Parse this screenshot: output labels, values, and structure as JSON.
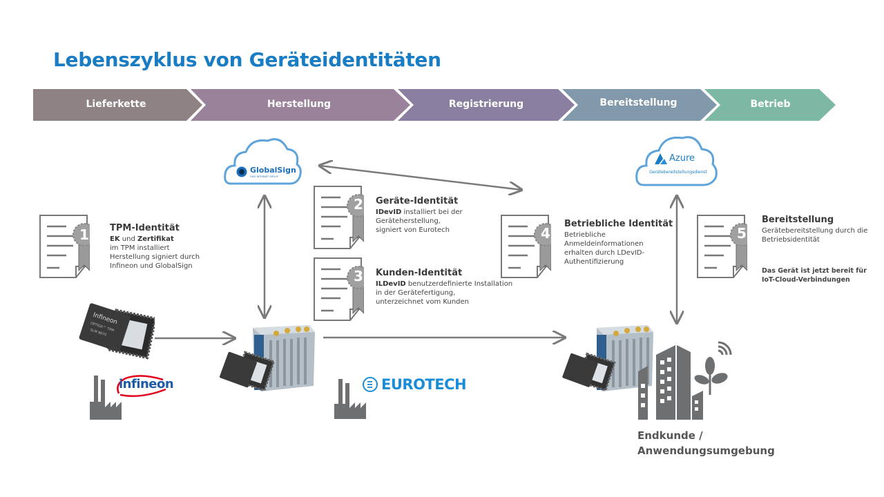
{
  "title": "Lebenszyklus von Geräteidentitäten",
  "phases": [
    {
      "label": "Lieferkette",
      "color": "#8e8284"
    },
    {
      "label": "Herstellung",
      "color": "#9b829b"
    },
    {
      "label": "Registrierung",
      "color": "#8a7fa0"
    },
    {
      "label": "Bereitstellung",
      "color": "#8199ab"
    },
    {
      "label": "Betrieb",
      "color": "#7db8a4"
    }
  ],
  "clouds": {
    "globalsign": {
      "name": "GlobalSign",
      "sub": "GMO INTERNET GROUP"
    },
    "azure": {
      "name": "Azure",
      "sub": "Gerätebereitstellungsdienst"
    }
  },
  "cards": [
    {
      "number": "1",
      "title": "TPM-Identität",
      "lines": [
        "EK und Zertifikat",
        "im TPM installiert",
        "Herstellung signiert durch",
        "Infineon und GlobalSign"
      ],
      "bold_prefix": "EK",
      "bold_mid": "Zertifikat"
    },
    {
      "number": "2",
      "title": "Geräte-Identität",
      "bold_prefix": "IDevID",
      "lines": [
        " installiert bei der",
        "Geräteherstellung,",
        "signiert von Eurotech"
      ]
    },
    {
      "number": "3",
      "title": "Kunden-Identität",
      "bold_prefix": "ILDevID",
      "lines": [
        " benutzerdefinierte Installation",
        "in der Gerätefertigung,",
        "unterzeichnet vom Kunden"
      ]
    },
    {
      "number": "4",
      "title": "Betriebliche Identität",
      "lines": [
        "Betriebliche",
        "Anmeldeinformationen",
        "erhalten durch LDevID-",
        "Authentifizierung"
      ]
    },
    {
      "number": "5",
      "title": "Bereitstellung",
      "lines": [
        "Gerätebereitstellung durch die",
        "Betriebsidentität"
      ],
      "note": [
        "Das Gerät ist jetzt bereit für",
        "IoT-Cloud-Verbindungen"
      ]
    }
  ],
  "logos": {
    "infineon": "infineon",
    "eurotech": "EUROTECH"
  },
  "chip": {
    "brand": "Infineon",
    "model": "OPTIGA™ TPM",
    "part": "SLM 9670"
  },
  "endcustomer": {
    "line1": "Endkunde /",
    "line2": "Anwendungsumgebung"
  },
  "colors": {
    "title": "#1a7dc4",
    "icon_gray": "#6d6f71",
    "cloud_blue": "#5ea3d9",
    "eurotech_blue": "#1a8dd6"
  }
}
